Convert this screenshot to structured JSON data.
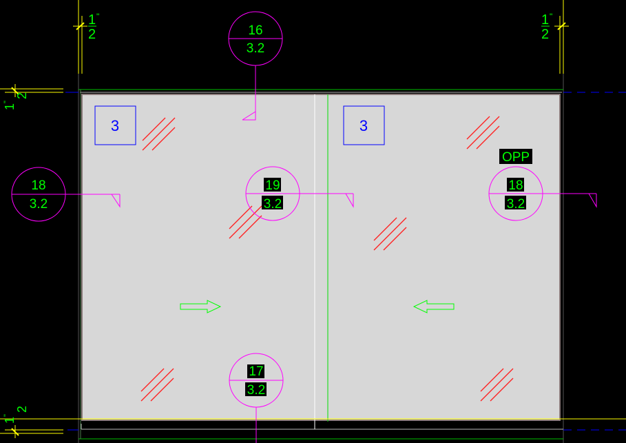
{
  "colors": {
    "background": "#000000",
    "panel": "#d7d7d7",
    "magenta": "#ff00ff",
    "green": "#00ff00",
    "yellow": "#ffff00",
    "blue": "#0000ff",
    "red": "#ff2020"
  },
  "dimensions": {
    "top_left": {
      "num": "1",
      "den": "2",
      "unit": "\""
    },
    "top_right": {
      "num": "1",
      "den": "2",
      "unit": "\""
    },
    "left_top": {
      "num": "1",
      "den": "2",
      "unit": "\""
    },
    "left_bottom": {
      "num": "1",
      "den": "2",
      "unit": "\""
    }
  },
  "panel_tags": [
    "3",
    "3"
  ],
  "opp_label": "OPP",
  "sections": [
    {
      "top": "16",
      "bottom": "3.2"
    },
    {
      "top": "18",
      "bottom": "3.2"
    },
    {
      "top": "19",
      "bottom": "3.2"
    },
    {
      "top": "18",
      "bottom": "3.2"
    },
    {
      "top": "17",
      "bottom": "3.2"
    }
  ]
}
